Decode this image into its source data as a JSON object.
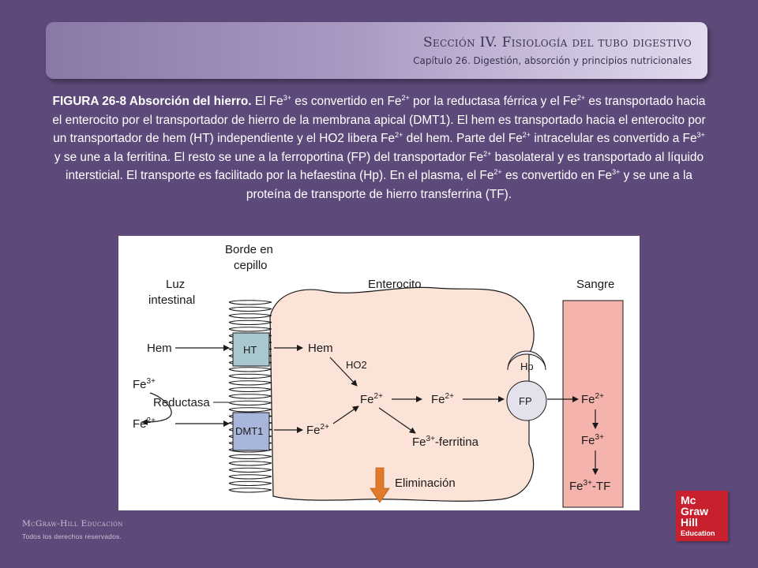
{
  "header": {
    "section": "Sección IV.  Fisiología del tubo digestivo",
    "chapter": "Capítulo 26.  Digestión, absorción y principios nutricionales"
  },
  "caption": {
    "title": "FIGURA 26-8 Absorción del hierro.",
    "p1a": " El Fe",
    "p1b": " es convertido en Fe",
    "p1c": " por la reductasa férrica y el Fe",
    "p1d": " es transportado hacia el enterocito por el transportador de hierro de la membrana apical (DMT1). El hem es transportado hacia el enterocito por un transportador de hem (HT) independiente y el HO2 libera Fe",
    "p1e": " del hem. Parte del Fe",
    "p1f": " intracelular es convertido a Fe",
    "p1g": " y se une a la ferritina. El resto se une a la ferroportina (FP) del transportador Fe",
    "p1h": " basolateral y es transportado al líquido intersticial. El transporte es facilitado por la hefaestina (Hp). En el plasma, el Fe",
    "p1i": " es convertido en Fe",
    "p1j": " y se une a la proteína de transporte de hierro transferrina (TF).",
    "sup3": "3+",
    "sup2": "2+"
  },
  "diagram": {
    "borde_l1": "Borde en",
    "borde_l2": "cepillo",
    "luz_l1": "Luz",
    "luz_l2": "intestinal",
    "enterocito": "Enterocito",
    "sangre": "Sangre",
    "hem_left": "Hem",
    "ht": "HT",
    "hem_mid": "Hem",
    "ho2": "HO2",
    "fe3_left": "Fe",
    "reductasa": "Reductasa",
    "fe2_left": "Fe",
    "dmt1": "DMT1",
    "fe2_in": "Fe",
    "fe2_center": "Fe",
    "fe2_right": "Fe",
    "fe3_ferritina_a": "Fe",
    "fe3_ferritina_b": "-ferritina",
    "hp": "Hp",
    "fp": "FP",
    "blood_fe2": "Fe",
    "blood_fe3": "Fe",
    "blood_tf_a": "Fe",
    "blood_tf_b": "-TF",
    "eliminacion": "Eliminación",
    "sup2": "2+",
    "sup3": "3+"
  },
  "colors": {
    "cell_fill": "#fbe3d8",
    "blood_fill": "#f4b3ad",
    "ht_fill": "#a9c7cf",
    "dmt1_fill": "#a9b6dc",
    "arrow_orange": "#e07a2a",
    "protein_fill": "#e4e0ec"
  },
  "footer": {
    "brand": "McGraw-Hill Educación",
    "rights": "Todos los derechos reservados."
  },
  "logo": {
    "l1": "Mc",
    "l2": "Graw",
    "l3": "Hill",
    "l4": "Education"
  }
}
